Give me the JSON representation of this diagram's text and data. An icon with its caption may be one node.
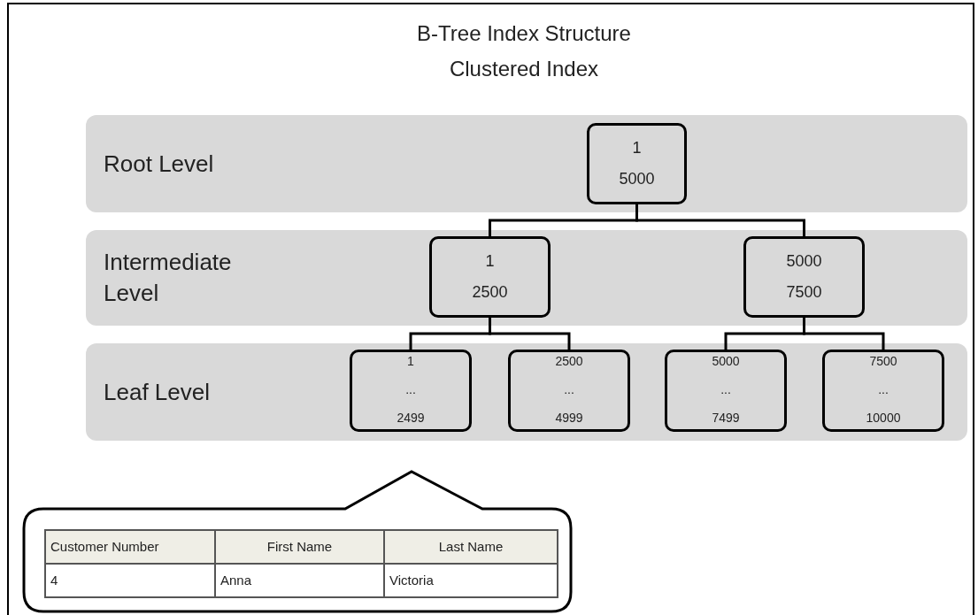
{
  "diagram": {
    "title": "B-Tree Index Structure Clustered Index",
    "nodes": [
      {
        "text": [
          "Root Level"
        ]
      },
      {
        "text": [
          "1",
          "5000"
        ],
        "in": 0
      },
      {
        "text": [
          "Intermediate Level"
        ]
      },
      {
        "text": [
          "1",
          "2500"
        ],
        "in": 2
      },
      {
        "text": [
          "5000",
          "7500"
        ],
        "in": 2
      },
      {
        "text": [
          "Leaf Level"
        ]
      },
      {
        "text": [
          "1",
          "...",
          "2499"
        ],
        "in": 5
      },
      {
        "text": [
          "2500",
          "...",
          "4999"
        ],
        "in": 5
      },
      {
        "text": [
          "5000",
          "...",
          "7499"
        ],
        "in": 5
      },
      {
        "text": [
          "7500",
          "...",
          "10000"
        ],
        "in": 5
      },
      {
        "text": [],
        "shape": "callout"
      }
    ],
    "edges": [
      {
        "from": 1,
        "to": 3,
        "arrow": "none"
      },
      {
        "from": 1,
        "to": 4,
        "arrow": "none"
      },
      {
        "from": 3,
        "to": 6,
        "arrow": "none"
      },
      {
        "from": 3,
        "to": 7,
        "arrow": "none"
      },
      {
        "from": 4,
        "to": 8,
        "arrow": "none"
      },
      {
        "from": 4,
        "to": 9,
        "arrow": "none"
      }
    ],
    "labels": [
      "Customer Number",
      "First Name",
      "Last Name",
      "4",
      "Anna",
      "Victoria"
    ]
  }
}
